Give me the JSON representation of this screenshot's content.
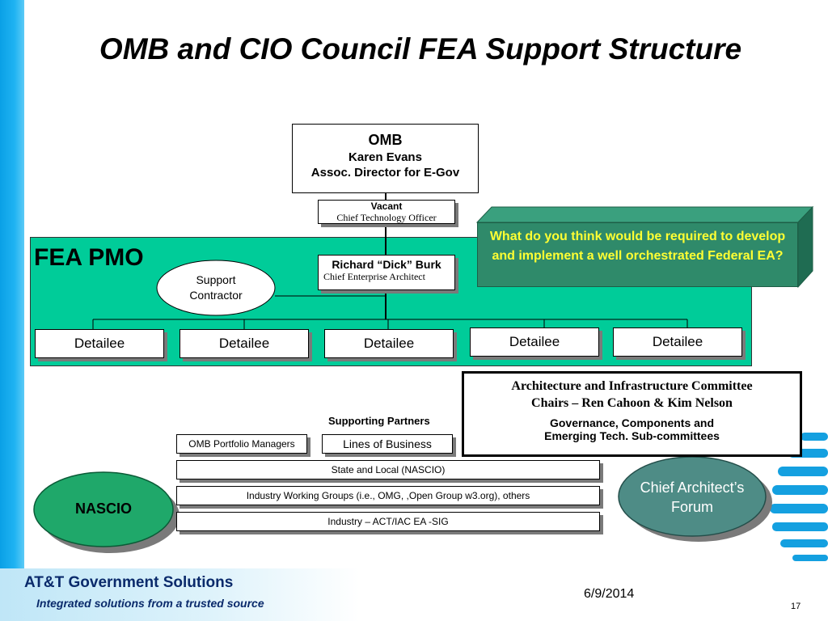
{
  "title": "OMB and CIO Council FEA Support Structure",
  "omb": {
    "name": "OMB",
    "person": "Karen Evans",
    "role": "Assoc. Director for E-Gov"
  },
  "cto": {
    "name": "Vacant",
    "role": "Chief Technology Officer"
  },
  "pmo": {
    "label": "FEA PMO",
    "chief": {
      "name": "Richard “Dick” Burk",
      "role": "Chief Enterprise Architect"
    },
    "support": "Support Contractor",
    "detailees": [
      "Detailee",
      "Detailee",
      "Detailee",
      "Detailee",
      "Detailee"
    ]
  },
  "question": "What  do you think would be required to develop and implement a well orchestrated Federal EA?",
  "committee": {
    "line1": "Architecture and Infrastructure Committee",
    "line2": "Chairs – Ren Cahoon  & Kim Nelson",
    "line3": "Governance, Components and",
    "line4": "Emerging Tech.  Sub-committees"
  },
  "supporting_partners": {
    "label": "Supporting Partners",
    "omb_pm": "OMB Portfolio Managers",
    "lob": "Lines of Business",
    "rows": [
      "State and Local (NASCIO)",
      "Industry Working Groups (i.e., OMG, ,Open Group w3.org), others",
      "Industry – ACT/IAC EA -SIG"
    ]
  },
  "nascio": "NASCIO",
  "forum": "Chief Architect’s Forum",
  "footer": {
    "company": "AT&T Government Solutions",
    "tagline": "Integrated solutions from a trusted source",
    "date": "6/9/2014",
    "page": "17"
  },
  "colors": {
    "pmo_green": "#00cc99",
    "teal": "#2f8a6a",
    "question_text": "#ffff33",
    "nascio_green": "#1fa86a",
    "forum_teal": "#4e8c86",
    "accent_blue": "#1fb3f2"
  }
}
